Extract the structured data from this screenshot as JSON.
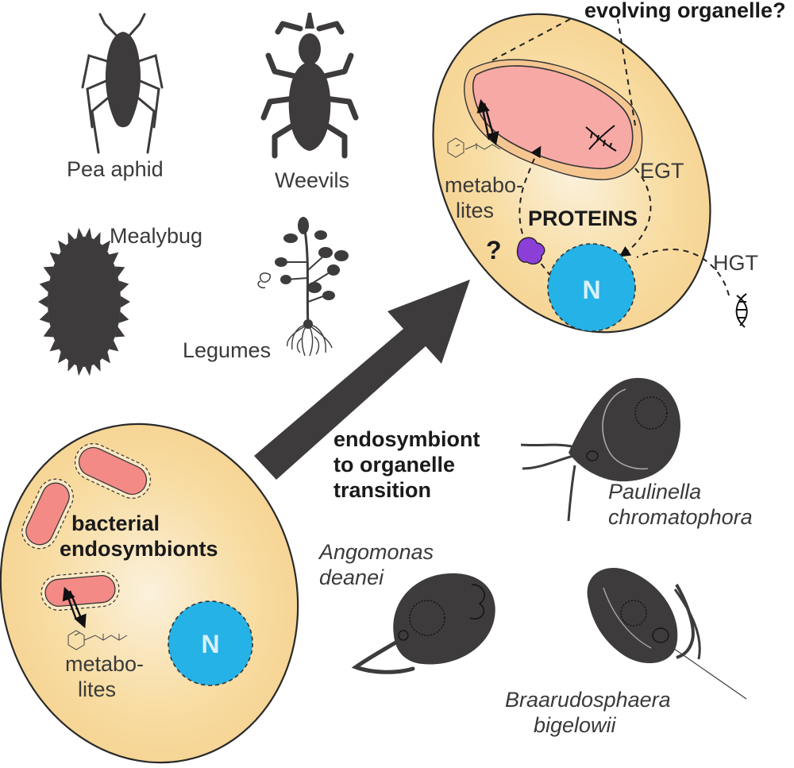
{
  "organisms": {
    "pea_aphid": "Pea aphid",
    "weevils": "Weevils",
    "mealybug": "Mealybug",
    "legumes": "Legumes"
  },
  "bottom_cell": {
    "label_line1": "bacterial",
    "label_line2": "endosymbionts",
    "metabolites_line1": "metabo-",
    "metabolites_line2": "lites",
    "nucleus": "N"
  },
  "transition": {
    "line1": "endosymbiont",
    "line2": "to organelle",
    "line3": "transition"
  },
  "top_cell": {
    "title": "evolving organelle?",
    "metabolites_line1": "metabo-",
    "metabolites_line2": "lites",
    "proteins": "PROTEINS",
    "question": "?",
    "egt": "EGT",
    "hgt": "HGT",
    "nucleus": "N"
  },
  "protists": {
    "paulinella_line1": "Paulinella",
    "paulinella_line2": "chromatophora",
    "angomonas_line1": "Angomonas",
    "angomonas_line2": "deanei",
    "braarudosphaera_line1": "Braarudosphaera",
    "braarudosphaera_line2": "bigelowii"
  },
  "colors": {
    "cytoplasm": "#f7d89a",
    "endosymbiont": "#f38a86",
    "nucleus": "#25b2e6",
    "silhouette": "#3d3b3c",
    "protein": "#8b3fd6"
  }
}
